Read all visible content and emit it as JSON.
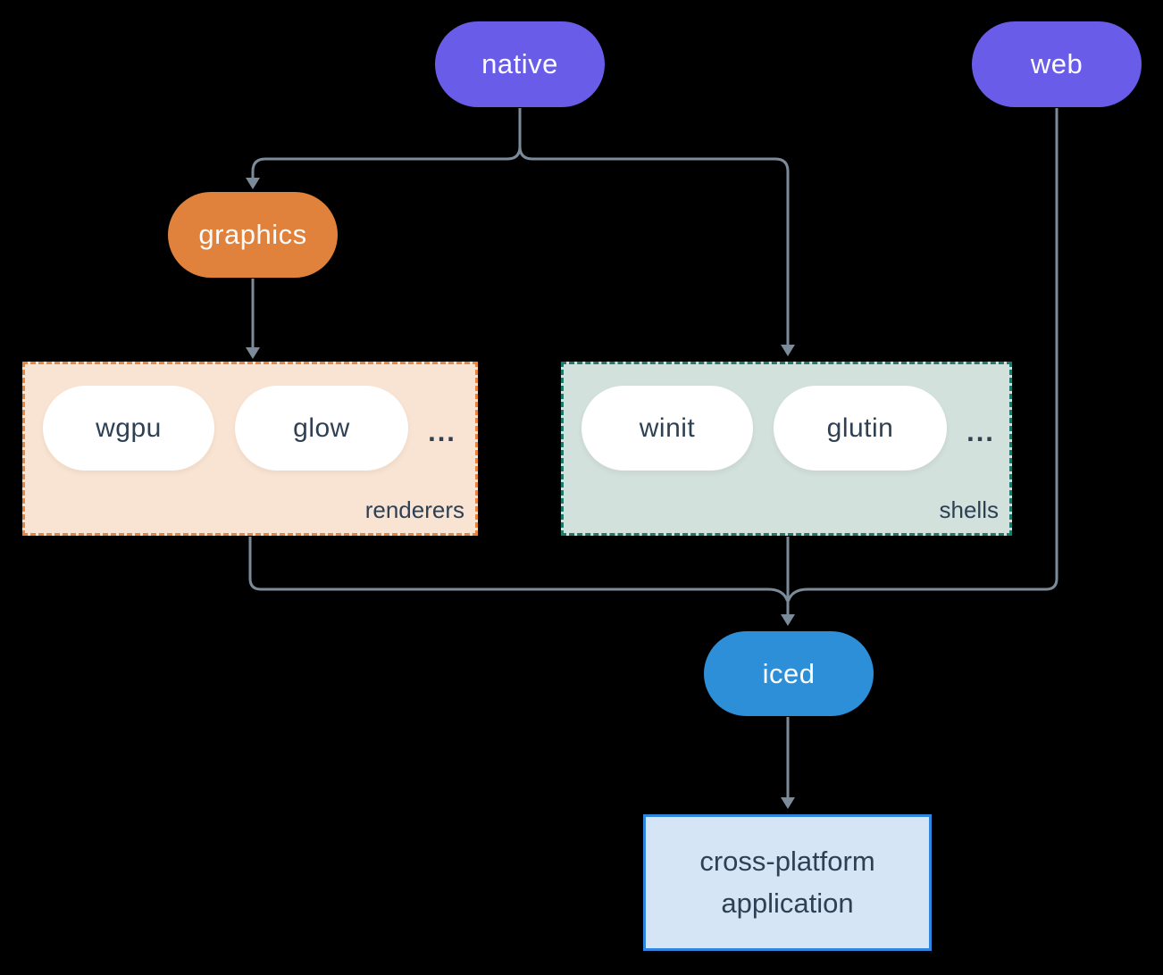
{
  "nodes": {
    "native": {
      "label": "native",
      "fill": "#695CE8"
    },
    "web": {
      "label": "web",
      "fill": "#695CE8"
    },
    "graphics": {
      "label": "graphics",
      "fill": "#E0813C"
    },
    "iced": {
      "label": "iced",
      "fill": "#2E8FD9"
    },
    "application": {
      "lines": [
        "cross-platform",
        "application"
      ],
      "fill": "#D5E5F6",
      "border": "#2E86DE"
    }
  },
  "groups": {
    "renderers": {
      "label": "renderers",
      "items": [
        "wgpu",
        "glow"
      ],
      "ellipsis": "...",
      "fill": "#F9E4D3",
      "border": "#E8863F"
    },
    "shells": {
      "label": "shells",
      "items": [
        "winit",
        "glutin"
      ],
      "ellipsis": "...",
      "fill": "#D2E1DC",
      "border": "#20796A"
    }
  },
  "edges": [
    {
      "from": "native",
      "to": "graphics"
    },
    {
      "from": "native",
      "to": "shells"
    },
    {
      "from": "graphics",
      "to": "renderers"
    },
    {
      "from": "renderers",
      "to": "iced"
    },
    {
      "from": "shells",
      "to": "iced"
    },
    {
      "from": "web",
      "to": "iced"
    },
    {
      "from": "iced",
      "to": "application"
    }
  ],
  "colors": {
    "background": "#000000",
    "edge": "#7C8B9A",
    "pill_text": "#FCFCFC",
    "dark_text": "#2E4154",
    "item_pill": "#FFFFFF"
  }
}
